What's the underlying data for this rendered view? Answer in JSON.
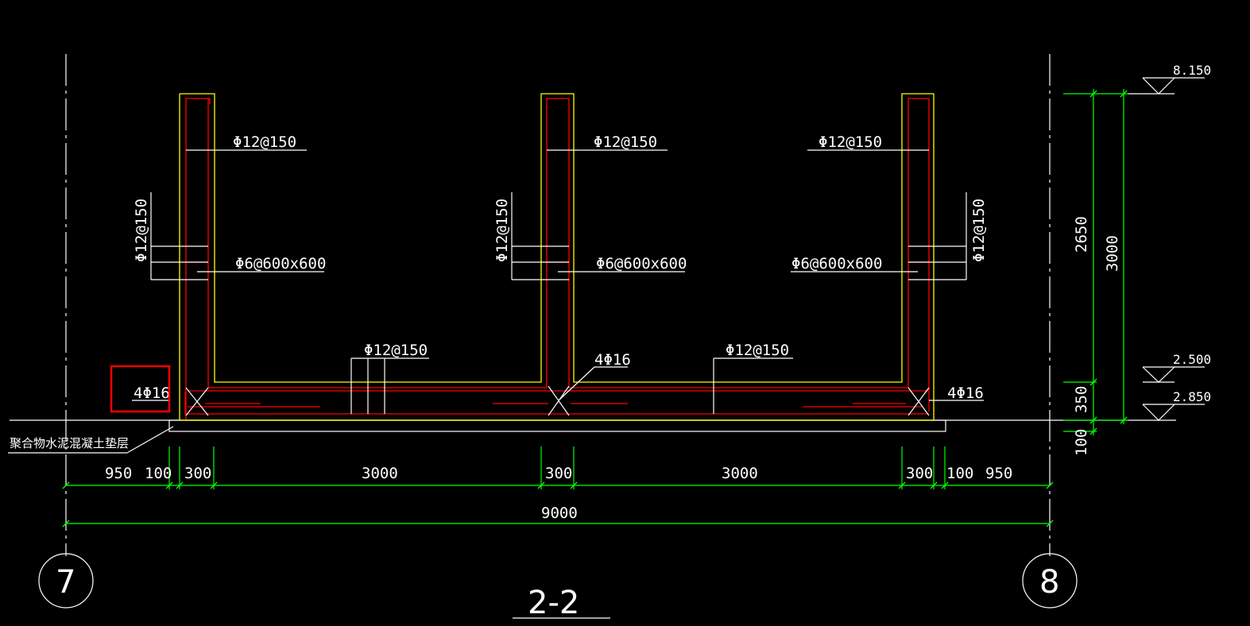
{
  "drawing": {
    "section_title": "2-2",
    "axis_left": "7",
    "axis_right": "8",
    "cushion_label": "聚合物水泥混凝土垫层",
    "rebar_labels": {
      "wall_left_horiz": "Φ12@150",
      "wall_mid_horiz": "Φ12@150",
      "wall_right_horiz": "Φ12@150",
      "wall_left_vert": "Φ12@150",
      "wall_mid_vert": "Φ12@150",
      "wall_right_vert": "Φ12@150",
      "tie_left": "Φ6@600x600",
      "tie_mid": "Φ6@600x600",
      "tie_right": "Φ6@600x600",
      "slab_left": "Φ12@150",
      "slab_right": "Φ12@150",
      "corner_left": "4Φ16",
      "corner_mid": "4Φ16",
      "corner_right": "4Φ16"
    },
    "elevations": {
      "top": "8.150",
      "mid": "2.500",
      "bottom": "2.850"
    },
    "dims_horizontal": [
      "950",
      "100",
      "300",
      "3000",
      "300",
      "3000",
      "300",
      "100",
      "950"
    ],
    "dim_total": "9000",
    "dims_vertical": {
      "wall": "2650",
      "slab": "350",
      "cushion": "100",
      "overall": "3000"
    },
    "colors": {
      "background": "#000000",
      "concrete": "#ffff00",
      "rebar": "#ff0000",
      "dimension": "#00ff00",
      "text": "#ffffff",
      "highlight": "#ff0000"
    }
  }
}
